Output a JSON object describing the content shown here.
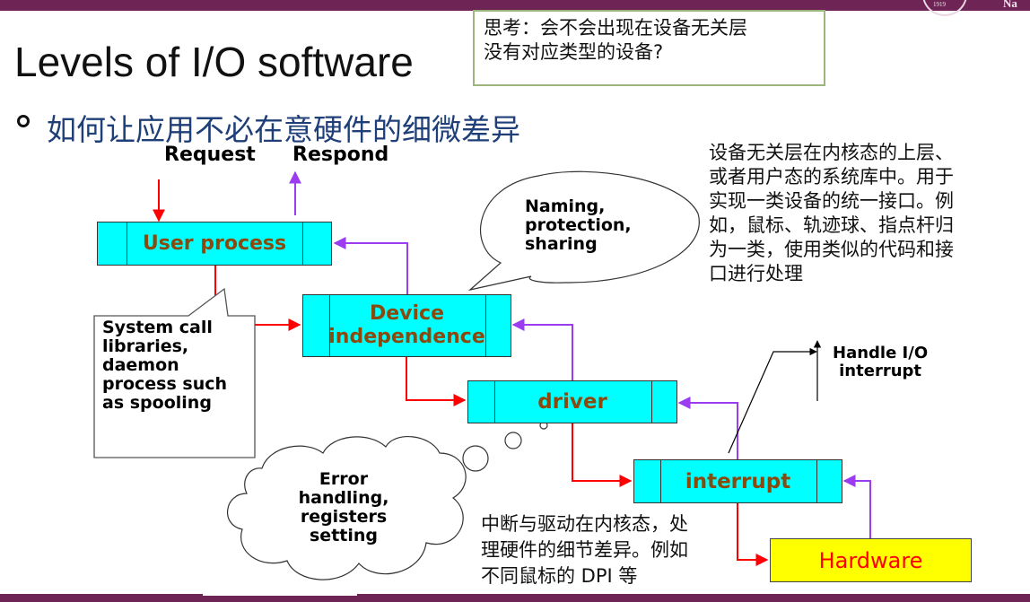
{
  "header": {
    "logo_year": "1919",
    "logo_name_partial": "Na"
  },
  "slide": {
    "title": "Levels of I/O software",
    "think_box": {
      "line1": "思考：会不会出现在设备无关层",
      "line2": "没有对应类型的设备?"
    },
    "bullet": "如何让应用不必在意硬件的细微差异"
  },
  "diagram": {
    "request_label": "Request",
    "respond_label": "Respond",
    "layers": [
      {
        "id": "user-process",
        "label": "User process"
      },
      {
        "id": "device-independence",
        "label_line1": "Device",
        "label_line2": "independence"
      },
      {
        "id": "driver",
        "label": "driver"
      },
      {
        "id": "interrupt",
        "label": "interrupt"
      },
      {
        "id": "hardware",
        "label": "Hardware"
      }
    ],
    "callouts": {
      "system_call": [
        "System call",
        "libraries,",
        "daemon",
        "process such",
        "as spooling"
      ],
      "naming": [
        "Naming,",
        "protection,",
        "sharing"
      ],
      "error": [
        "Error",
        "handling,",
        "registers",
        "setting"
      ],
      "handle_interrupt": [
        "Handle I/O",
        "interrupt"
      ]
    },
    "notes": {
      "device_independent": [
        "设备无关层在内核态的上层、",
        "或者用户态的系统库中。用于",
        "实现一类设备的统一接口。例",
        "如，鼠标、轨迹球、指点杆归",
        "为一类，使用类似的代码和接",
        "口进行处理"
      ],
      "driver_interrupt": [
        "中断与驱动在内核态，处",
        "理硬件的细节差异。例如",
        "不同鼠标的 DPI 等"
      ]
    },
    "colors": {
      "request_flow": "#ff0000",
      "respond_flow": "#9b3cf0",
      "layer_fill": "#00ffff",
      "layer_text": "#8a4a0e",
      "hardware_fill": "#ffff00",
      "hardware_text": "#ff0000"
    }
  }
}
